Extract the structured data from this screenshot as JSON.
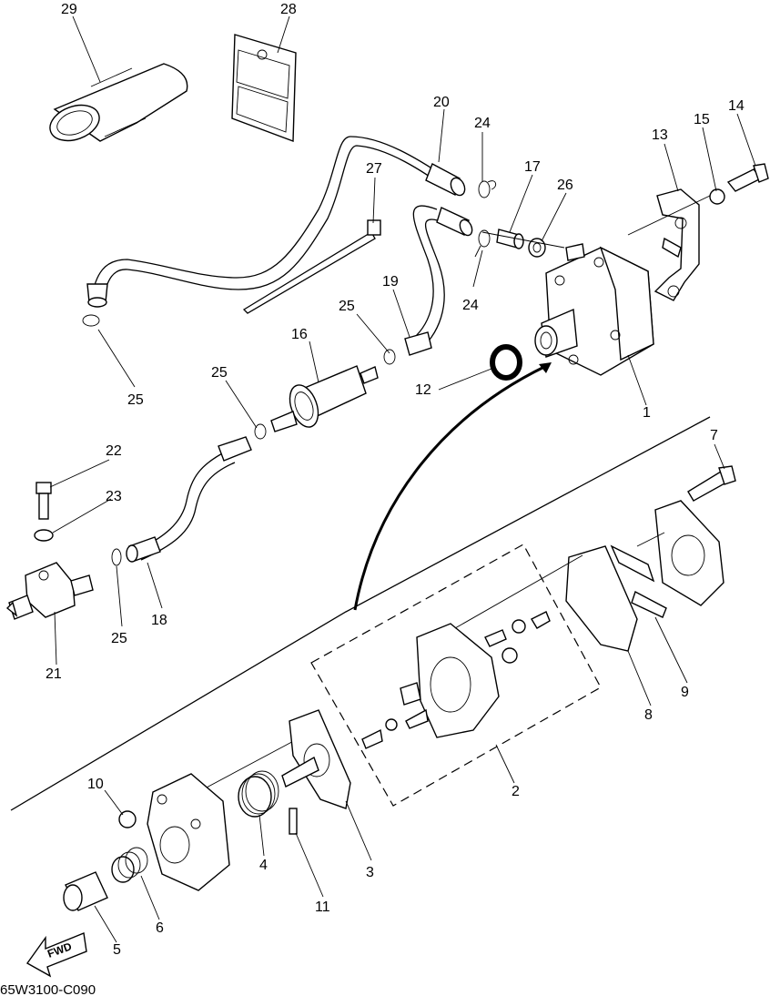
{
  "diagram_code": "65W3100-C090",
  "fwd_label": "FWD",
  "callouts": [
    {
      "id": "c1",
      "text": "1"
    },
    {
      "id": "c2",
      "text": "2"
    },
    {
      "id": "c3",
      "text": "3"
    },
    {
      "id": "c4",
      "text": "4"
    },
    {
      "id": "c5",
      "text": "5"
    },
    {
      "id": "c6",
      "text": "6"
    },
    {
      "id": "c7",
      "text": "7"
    },
    {
      "id": "c8",
      "text": "8"
    },
    {
      "id": "c9",
      "text": "9"
    },
    {
      "id": "c10",
      "text": "10"
    },
    {
      "id": "c11",
      "text": "11"
    },
    {
      "id": "c12",
      "text": "12"
    },
    {
      "id": "c13",
      "text": "13"
    },
    {
      "id": "c14",
      "text": "14"
    },
    {
      "id": "c15",
      "text": "15"
    },
    {
      "id": "c16",
      "text": "16"
    },
    {
      "id": "c17",
      "text": "17"
    },
    {
      "id": "c18",
      "text": "18"
    },
    {
      "id": "c19",
      "text": "19"
    },
    {
      "id": "c20",
      "text": "20"
    },
    {
      "id": "c21",
      "text": "21"
    },
    {
      "id": "c22",
      "text": "22"
    },
    {
      "id": "c23",
      "text": "23"
    },
    {
      "id": "c24a",
      "text": "24"
    },
    {
      "id": "c24b",
      "text": "24"
    },
    {
      "id": "c25a",
      "text": "25"
    },
    {
      "id": "c25b",
      "text": "25"
    },
    {
      "id": "c25c",
      "text": "25"
    },
    {
      "id": "c25d",
      "text": "25"
    },
    {
      "id": "c26",
      "text": "26"
    },
    {
      "id": "c27",
      "text": "27"
    },
    {
      "id": "c28",
      "text": "28"
    },
    {
      "id": "c29",
      "text": "29"
    }
  ]
}
